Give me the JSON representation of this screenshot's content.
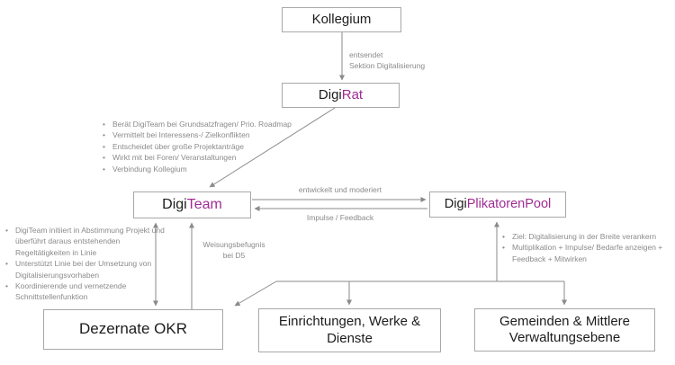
{
  "colors": {
    "accent": "#a02b93",
    "line": "#8a8a8a",
    "muted_text": "#8a8a8a",
    "border": "#a8a8a8"
  },
  "nodes": {
    "kollegium": {
      "label": "Kollegium"
    },
    "digi_rat": {
      "black": "Digi",
      "accent": "Rat"
    },
    "digi_team": {
      "black": "Digi",
      "accent": "Team"
    },
    "digi_plikatoren_pool": {
      "black": "Digi",
      "accent": "PlikatorenPool"
    },
    "dezernate_okr": {
      "label": "Dezernate OKR"
    },
    "einrichtungen": {
      "label": "Einrichtungen, Werke & Dienste"
    },
    "gemeinden": {
      "label": "Gemeinden & Mittlere Verwaltungsebene"
    }
  },
  "edge_labels": {
    "kollegium_digirat_line1": "entsendet",
    "kollegium_digirat_line2": "Sektion Digitalisierung",
    "team_pool_forward": "entwickelt und moderiert",
    "pool_team_back": "Impulse / Feedback",
    "team_dezernate_line1": "Weisungsbefugnis",
    "team_dezernate_line2": "bei D5"
  },
  "notes": {
    "digi_rat_roles": [
      "Berät DigiTeam bei Grundsatzfragen/ Prio. Roadmap",
      "Vermittelt bei Interessens-/ Zielkonflikten",
      "Entscheidet über große Projektanträge",
      "Wirkt mit bei Foren/ Veranstaltungen",
      "Verbindung Kollegium"
    ],
    "digi_team_roles": [
      "DigiTeam initiiert in Abstimmung Projekt und überführt daraus entstehenden Regeltätigkeiten in Linie",
      "Unterstützt Linie bei der Umsetzung von Digitalisierungsvorhaben",
      "Koordinierende und vernetzende Schnittstellenfunktion"
    ],
    "digi_pool_roles": [
      "Ziel: Digitalisierung in der Breite verankern",
      "Multiplikation + Impulse/ Bedarfe anzeigen + Feedback + Mitwirken"
    ]
  }
}
